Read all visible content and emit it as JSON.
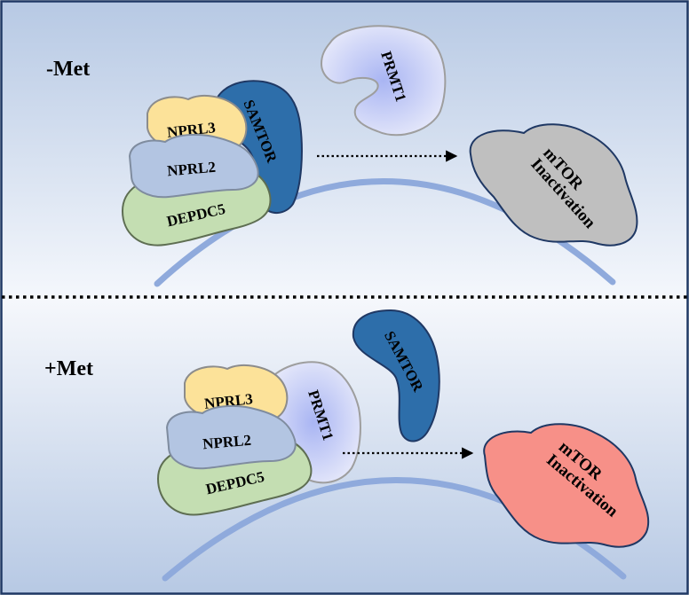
{
  "panels": {
    "top": {
      "condition": "-Met",
      "complex": {
        "nprl3": "NPRL3",
        "nprl2": "NPRL2",
        "depdc5": "DEPDC5",
        "bound": "SAMTOR"
      },
      "free_protein": "PRMT1",
      "outcome": {
        "line1": "mTOR",
        "line2": "Inactivation"
      }
    },
    "bottom": {
      "condition": "+Met",
      "complex": {
        "nprl3": "NPRL3",
        "nprl2": "NPRL2",
        "depdc5": "DEPDC5",
        "bound": "PRMT1"
      },
      "free_protein": "SAMTOR",
      "outcome": {
        "line1": "mTOR",
        "line2": "Inactivation"
      }
    }
  },
  "colors": {
    "nprl3": "#FCE299",
    "nprl2": "#B3C5E2",
    "depdc5": "#C4DEB2",
    "samtor": "#2D6EAA",
    "prmt1": "#C9CFF7",
    "mtor_top": "#BFBFBF",
    "mtor_bottom": "#F79088",
    "membrane": "#8FAADC",
    "border": "#1F3864"
  }
}
